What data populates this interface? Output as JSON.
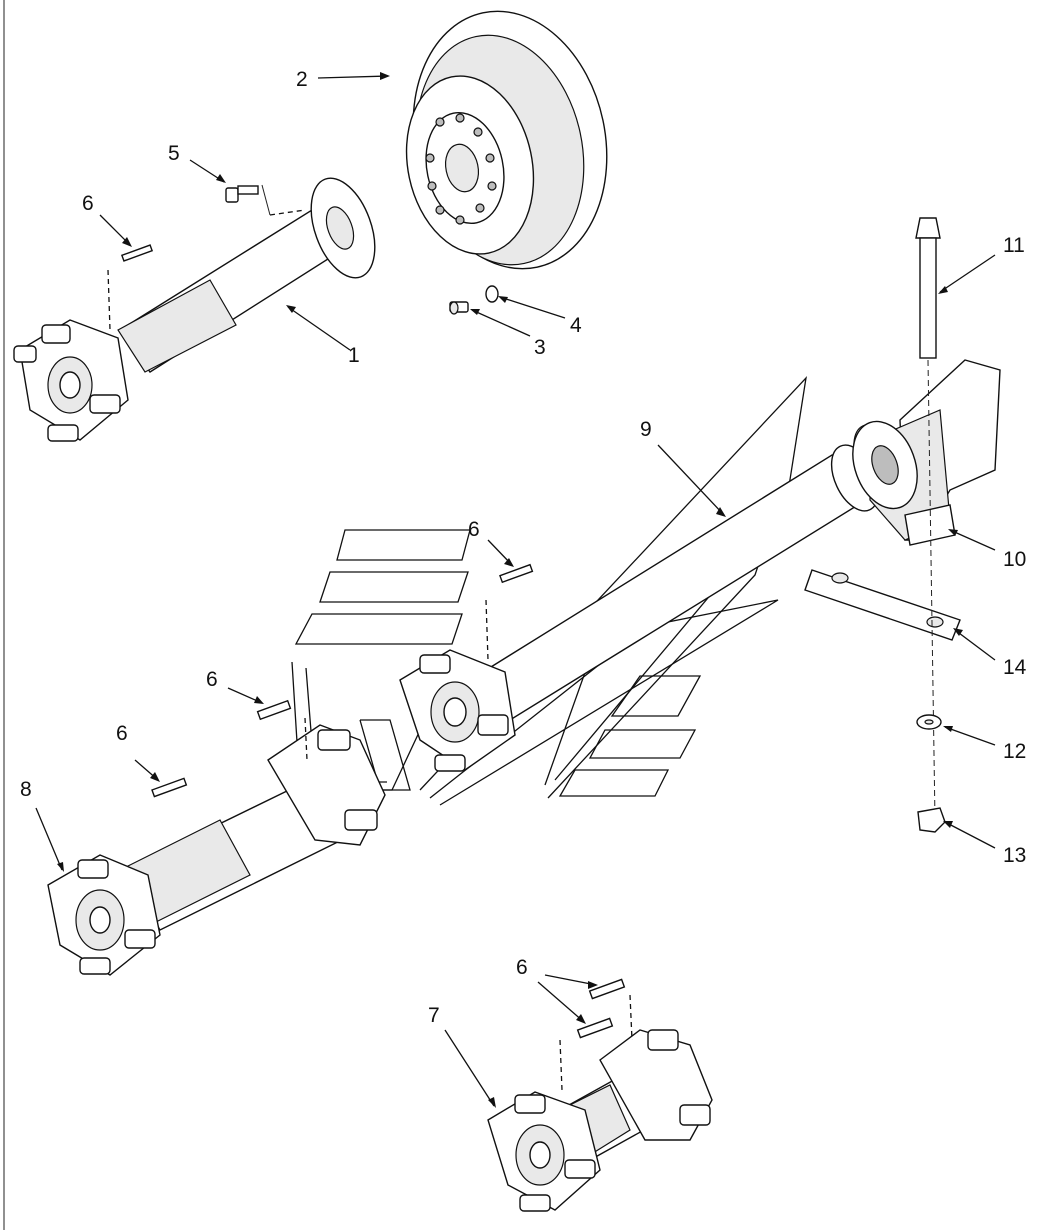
{
  "diagram": {
    "callouts": [
      {
        "id": "c1",
        "label": "1"
      },
      {
        "id": "c2",
        "label": "2"
      },
      {
        "id": "c3",
        "label": "3"
      },
      {
        "id": "c4",
        "label": "4"
      },
      {
        "id": "c5",
        "label": "5"
      },
      {
        "id": "c6a",
        "label": "6"
      },
      {
        "id": "c6b",
        "label": "6"
      },
      {
        "id": "c6c",
        "label": "6"
      },
      {
        "id": "c6d",
        "label": "6"
      },
      {
        "id": "c6e",
        "label": "6"
      },
      {
        "id": "c7",
        "label": "7"
      },
      {
        "id": "c8",
        "label": "8"
      },
      {
        "id": "c9",
        "label": "9"
      },
      {
        "id": "c10",
        "label": "10"
      },
      {
        "id": "c11",
        "label": "11"
      },
      {
        "id": "c12",
        "label": "12"
      },
      {
        "id": "c13",
        "label": "13"
      },
      {
        "id": "c14",
        "label": "14"
      }
    ]
  }
}
